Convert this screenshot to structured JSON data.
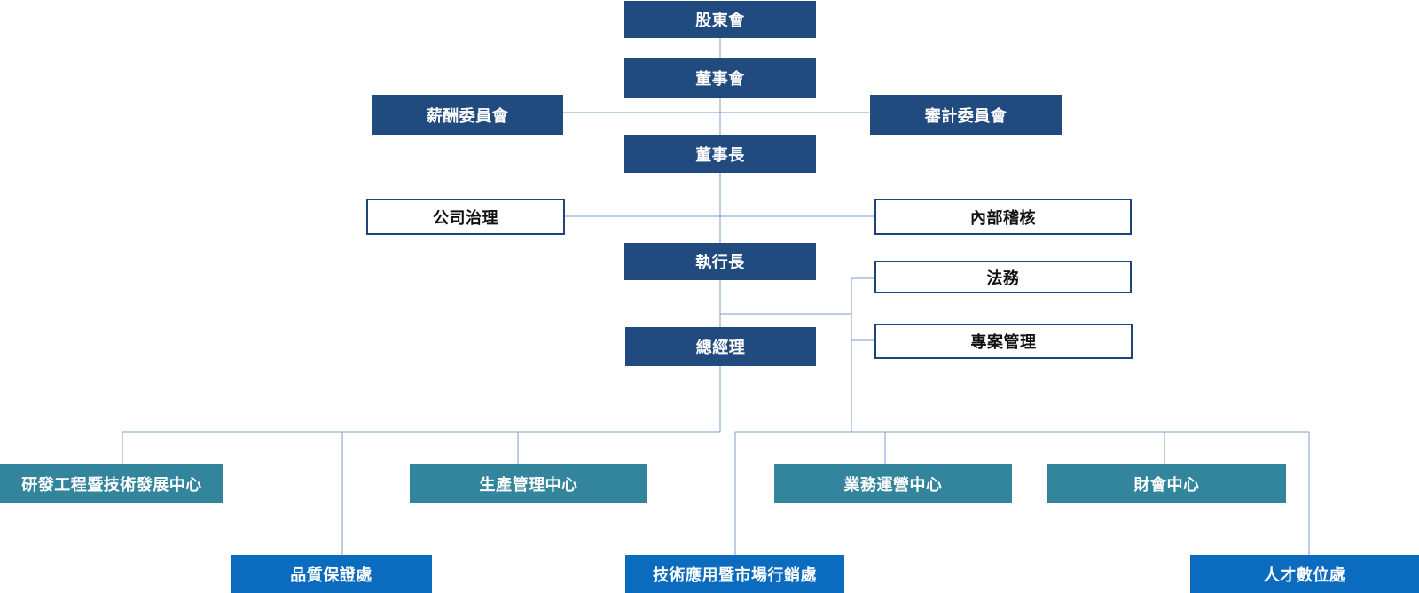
{
  "org_chart": {
    "shareholders": "股東會",
    "board": "董事會",
    "compensation_committee": "薪酬委員會",
    "audit_committee": "審計委員會",
    "chairman": "董事長",
    "corporate_governance": "公司治理",
    "internal_audit": "內部稽核",
    "ceo": "執行長",
    "legal": "法務",
    "project_management": "專案管理",
    "general_manager": "總經理",
    "rd_center": "研發工程暨技術發展中心",
    "production_center": "生產管理中心",
    "business_center": "業務運營中心",
    "finance_center": "財會中心",
    "quality_dept": "品質保證處",
    "tech_marketing_dept": "技術應用暨市場行銷處",
    "talent_dept": "人才數位處"
  },
  "colors": {
    "executive_box": "#214a7f",
    "staff_box_border": "#1f4577",
    "center_box": "#33859d",
    "department_box": "#0b6bbf",
    "connector": "#7f9cc9"
  }
}
